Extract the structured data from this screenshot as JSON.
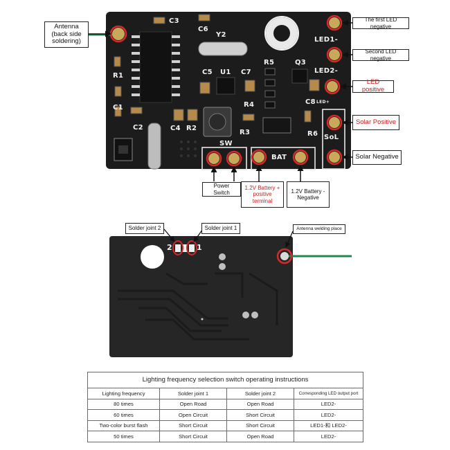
{
  "top_board": {
    "silkscreen": {
      "c3": "C3",
      "c6": "C6",
      "y2": "Y2",
      "r1": "R1",
      "c1": "C1",
      "c2": "C2",
      "c5": "C5",
      "u1": "U1",
      "c7": "C7",
      "r5": "R5",
      "q3": "Q3",
      "r4": "R4",
      "c4": "C4",
      "r2": "R2",
      "r3": "R3",
      "r6": "R6",
      "c8": "C8",
      "led1": "LED1-",
      "led2": "LED2-",
      "led_plus": "LED+",
      "sol": "SoL",
      "sw": "SW",
      "bat": "BAT"
    },
    "callouts": {
      "antenna": "Antenna (back side soldering)",
      "first_led_negative": "The first LED negative",
      "second_led_negative": "Second LED negative",
      "led_positive": "LED positive",
      "solar_positive": "Solar Positive",
      "solar_negative": "Solar Negative",
      "power_switch": "Power Switch",
      "battery_positive": "1.2V Battery + positive terminal",
      "battery_negative": "1.2V Battery - Negative"
    }
  },
  "bottom_board": {
    "joint_numbers": {
      "two": "2",
      "one": "1"
    },
    "callouts": {
      "solder_joint_2": "Solder joint 2",
      "solder_joint_1": "Solder joint 1",
      "antenna_welding_place": "Antenna welding place"
    }
  },
  "instructions_table": {
    "title": "Lighting frequency selection switch operating instructions",
    "headers": [
      "Lighting frequency",
      "Solder joint 1",
      "Solder joint 2",
      "Corresponding LED output port"
    ],
    "rows": [
      [
        "80 times",
        "Open Road",
        "Open Road",
        "LED2-"
      ],
      [
        "60 times",
        "Open Circuit",
        "Short Circuit",
        "LED2-"
      ],
      [
        "Two-color burst flash",
        "Short Circuit",
        "Short Circuit",
        "LED1-和 LED2-"
      ],
      [
        "50 times",
        "Short Circuit",
        "Open Road",
        "LED2-"
      ]
    ]
  },
  "colors": {
    "pcb": "#1c1c1c",
    "pcb_back": "#262626",
    "silkscreen": "#f0f0f0",
    "marker_red": "#d42a2a",
    "wire_green": "#1f8a4c",
    "callout_red": "#c81e1e"
  }
}
